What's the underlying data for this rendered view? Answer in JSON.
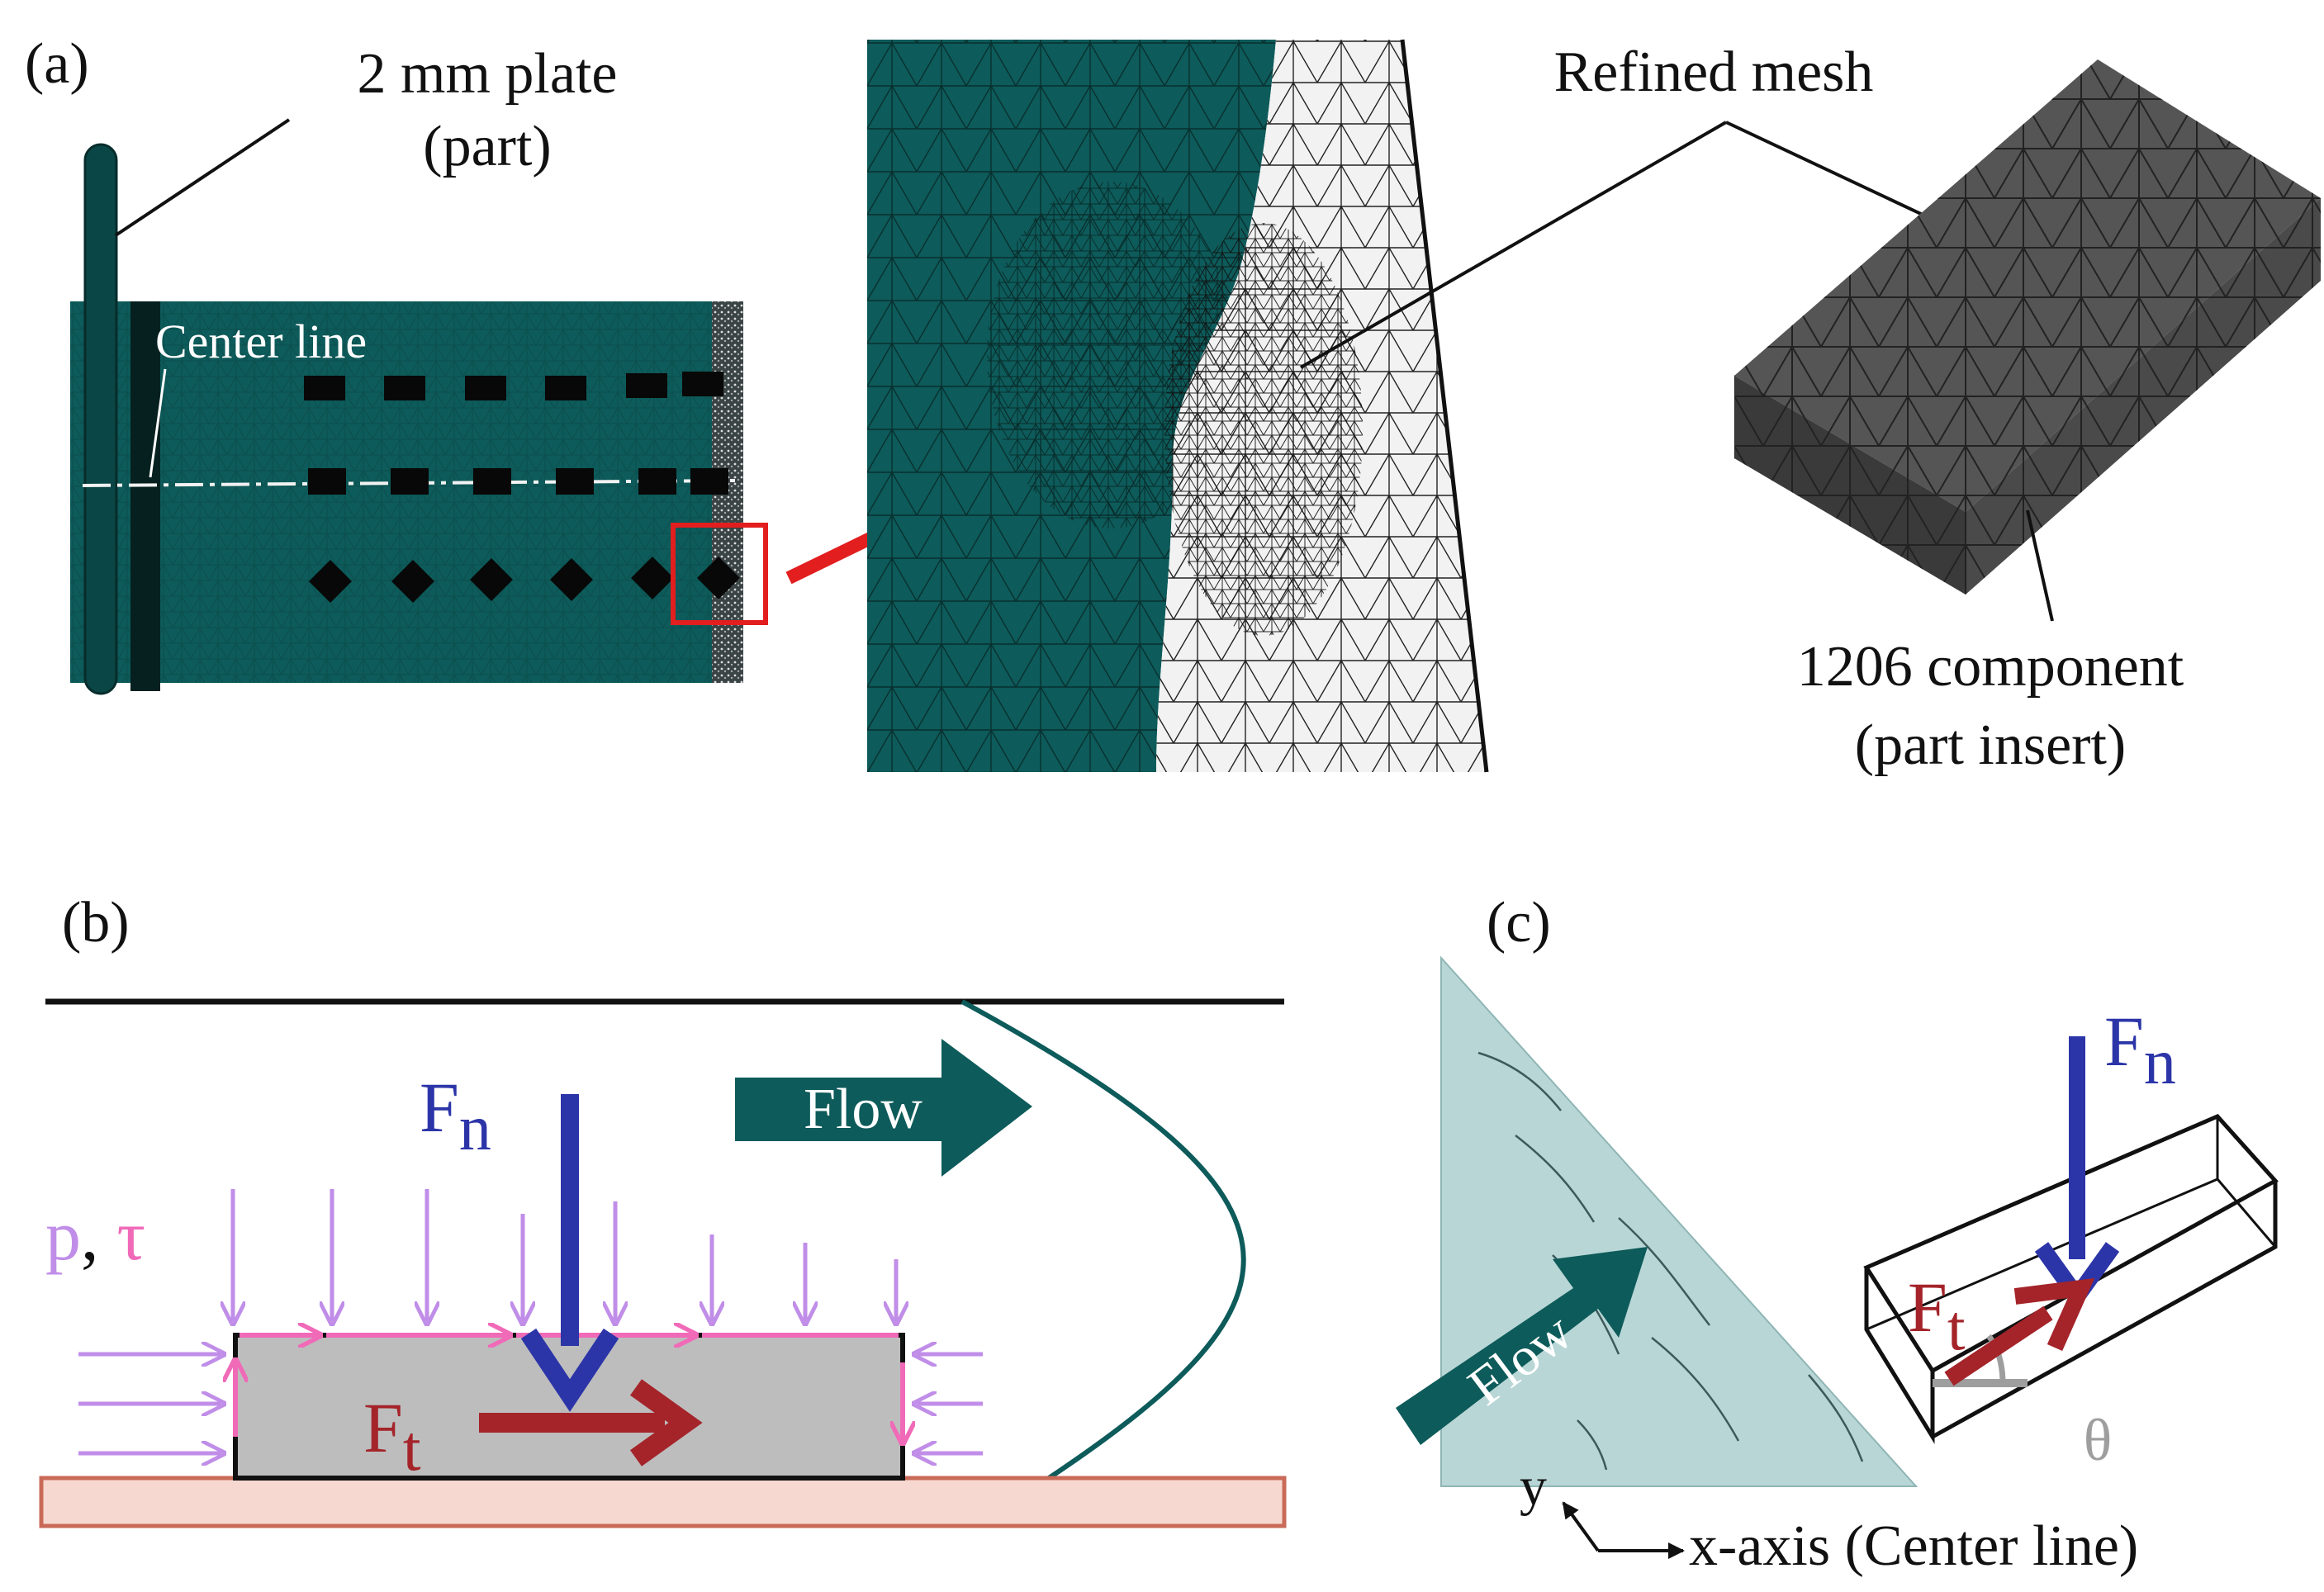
{
  "panel_a": {
    "label": "(a)",
    "plate_label_1": "2 mm plate",
    "plate_label_2": "(part)",
    "center_line_label": "Center line",
    "refined_mesh_label": "Refined mesh",
    "component_label_1": "1206 component",
    "component_label_2": "(part insert)"
  },
  "panel_b": {
    "label": "(b)",
    "flow_label": "Flow",
    "fn_main": "F",
    "fn_sub": "n",
    "ft_main": "F",
    "ft_sub": "t",
    "p_label": "p",
    "comma": ",",
    "tau_label": "τ"
  },
  "panel_c": {
    "label": "(c)",
    "flow_label": "Flow",
    "fn_main": "F",
    "fn_sub": "n",
    "ft_main": "F",
    "ft_sub": "t",
    "theta_label": "θ",
    "y_label": "y",
    "x_axis_label": "x-axis (Center line)"
  },
  "colors": {
    "teal": "#0d5b5a",
    "fn_blue": "#2c35a8",
    "ft_red": "#a4242a",
    "pressure_violet": "#c08ee8",
    "shear_pink": "#f06ab8",
    "highlight_red": "#e21e1e",
    "component_gray": "#bdbdbd",
    "substrate": "#f6d8d0",
    "flow_region": "#b9d6d6"
  }
}
